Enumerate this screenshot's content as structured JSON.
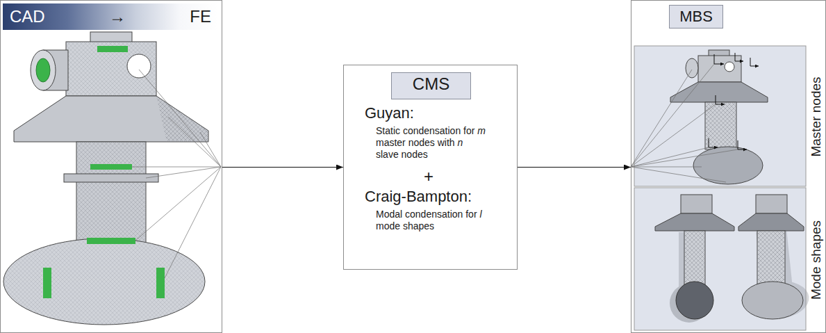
{
  "diagram": {
    "nodes": [
      {
        "text": [
          "CAD → FE"
        ]
      },
      {
        "text": [
          "Guyan:",
          "Static condensation for m master nodes with n slave nodes",
          "+",
          "Craig-Bampton:",
          "Modal condensation for l mode shapes"
        ]
      },
      {
        "text": [
          "CMS"
        ],
        "in": 1
      },
      {
        "text": [
          "MBS"
        ]
      },
      {
        "text": [
          "Master nodes"
        ],
        "in": 3
      },
      {
        "text": [
          "Mode shapes"
        ],
        "in": 3
      }
    ],
    "edges": [
      {
        "from": 0,
        "to": 1,
        "arrow": "to"
      },
      {
        "from": 1,
        "to": 3,
        "arrow": "to"
      }
    ]
  }
}
